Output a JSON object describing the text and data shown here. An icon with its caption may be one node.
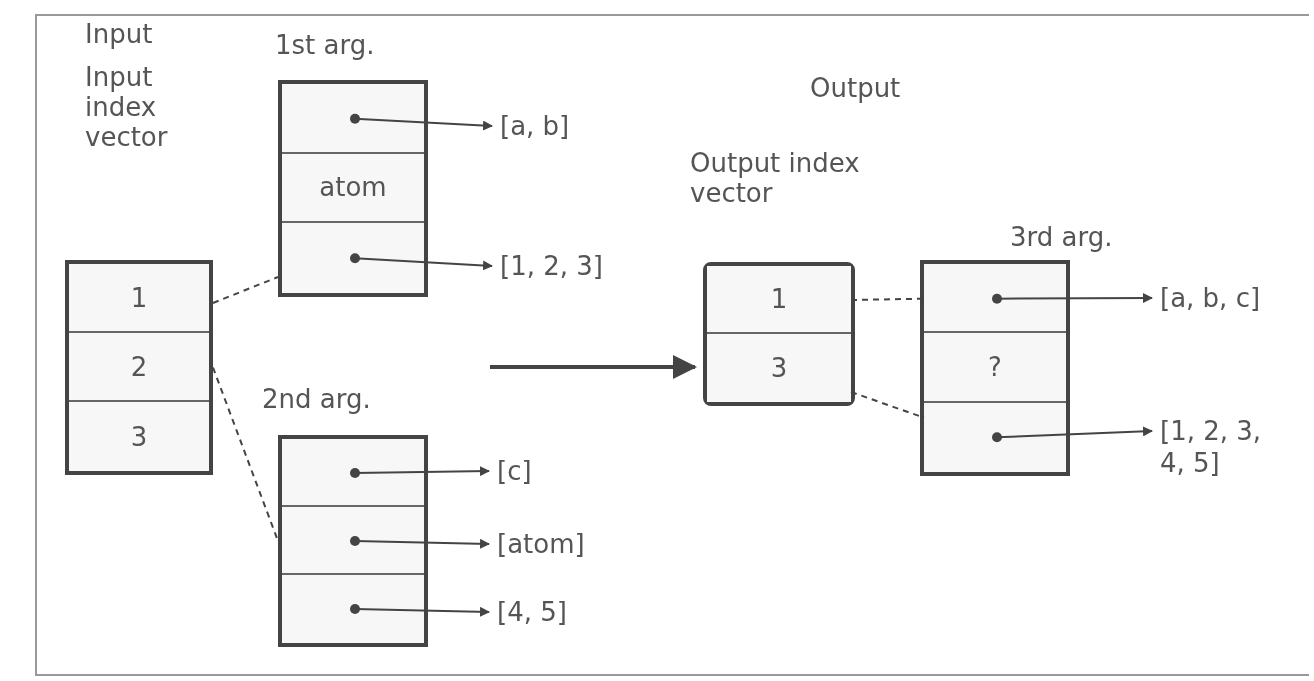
{
  "diagram": {
    "nodes": [
      {
        "text": [
          "Input index vector"
        ]
      },
      {
        "text": [
          "1"
        ],
        "in": 0
      },
      {
        "text": [
          "2"
        ],
        "in": 0
      },
      {
        "text": [
          "3"
        ],
        "in": 0
      },
      {
        "text": [
          "1st arg."
        ]
      },
      {
        "text": [],
        "shape": "box",
        "in": 4
      },
      {
        "text": [
          "atom"
        ],
        "in": 4
      },
      {
        "text": [],
        "shape": "box",
        "in": 4
      },
      {
        "text": [
          "[a, b]"
        ]
      },
      {
        "text": [
          "[1, 2, 3]"
        ]
      },
      {
        "text": [
          "2nd arg."
        ]
      },
      {
        "text": [],
        "shape": "box",
        "in": 10
      },
      {
        "text": [],
        "shape": "box",
        "in": 10
      },
      {
        "text": [],
        "shape": "box",
        "in": 10
      },
      {
        "text": [
          "[c]"
        ]
      },
      {
        "text": [
          "[atom]"
        ]
      },
      {
        "text": [
          "[4, 5]"
        ]
      },
      {
        "text": [
          "Output index vector"
        ]
      },
      {
        "text": [
          "1"
        ],
        "in": 17
      },
      {
        "text": [
          "3"
        ],
        "in": 17
      },
      {
        "text": [
          "3rd arg."
        ]
      },
      {
        "text": [],
        "shape": "box",
        "in": 20
      },
      {
        "text": [
          "?"
        ],
        "in": 20
      },
      {
        "text": [],
        "shape": "box",
        "in": 20
      },
      {
        "text": [
          "[a, b, c]"
        ]
      },
      {
        "text": [
          "[1, 2, 3, 4, 5]"
        ]
      }
    ],
    "edges": [
      {
        "from": 5,
        "to": 8,
        "arrow": "to"
      },
      {
        "from": 7,
        "to": 9,
        "arrow": "to"
      },
      {
        "from": 0,
        "to": 4,
        "arrow": "none",
        "style": "dashed"
      },
      {
        "from": 0,
        "to": 10,
        "arrow": "none",
        "style": "dashed"
      },
      {
        "from": 11,
        "to": 14,
        "arrow": "to"
      },
      {
        "from": 12,
        "to": 15,
        "arrow": "to"
      },
      {
        "from": 13,
        "to": 16,
        "arrow": "to"
      },
      {
        "from": null,
        "to": 17,
        "arrow": "to",
        "style": "thick"
      },
      {
        "from": 18,
        "to": 21,
        "arrow": "none",
        "style": "dashed"
      },
      {
        "from": 19,
        "to": 23,
        "arrow": "none",
        "style": "dashed"
      },
      {
        "from": 21,
        "to": 24,
        "arrow": "to"
      },
      {
        "from": 23,
        "to": 25,
        "arrow": "to"
      }
    ],
    "labels": [
      "Input",
      "Output"
    ]
  }
}
